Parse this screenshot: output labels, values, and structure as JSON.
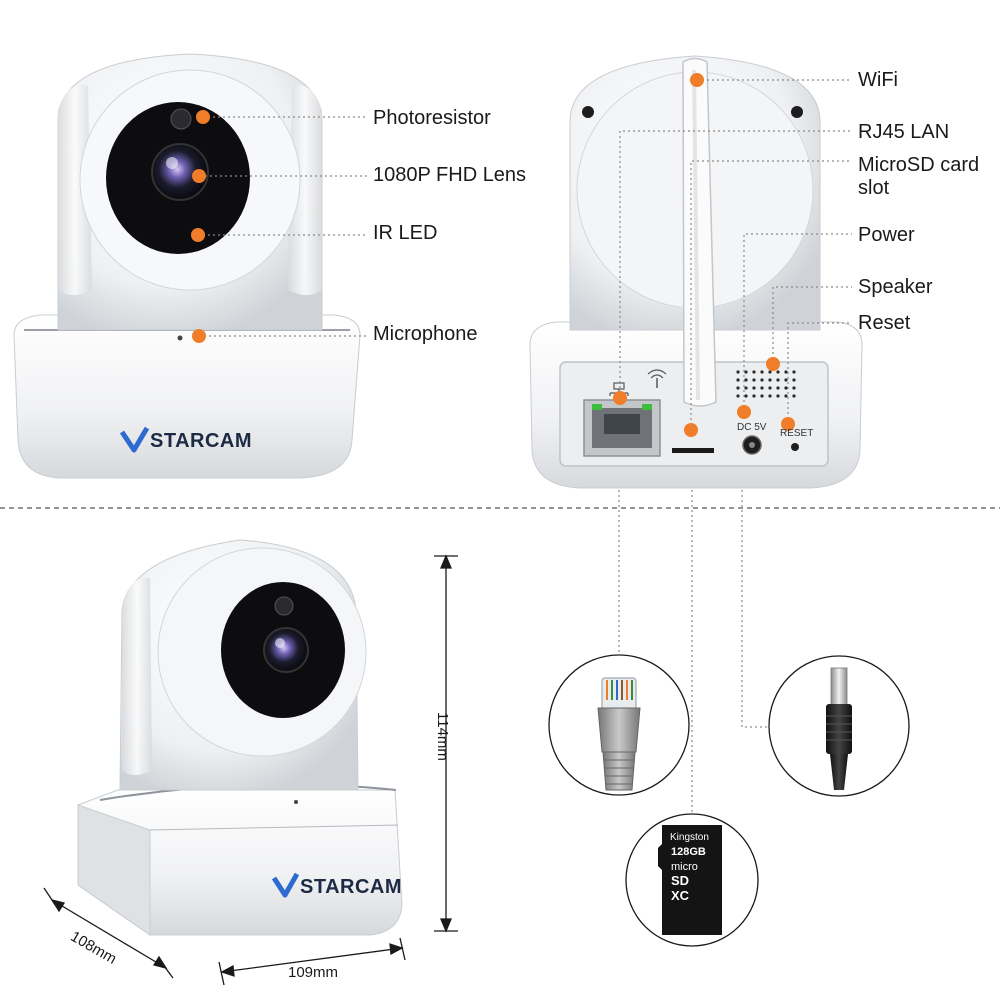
{
  "front_labels": {
    "photoresistor": "Photoresistor",
    "lens": "1080P FHD Lens",
    "ir_led": "IR LED",
    "microphone": "Microphone"
  },
  "back_labels": {
    "wifi": "WiFi",
    "rj45": "RJ45 LAN",
    "microsd_line1": "MicroSD card",
    "microsd_line2": "slot",
    "power": "Power",
    "speaker": "Speaker",
    "reset": "Reset"
  },
  "port_labels": {
    "dc": "DC 5V",
    "reset": "RESET"
  },
  "brand": "STARCAM",
  "dimensions": {
    "height": "114mm",
    "depth": "108mm",
    "width": "109mm"
  },
  "sd_card": {
    "brand": "Kingston",
    "capacity": "128GB",
    "type_line1": "micro",
    "type_line2": "SD",
    "type_line3": "XC"
  },
  "colors": {
    "accent_dot": "#f07d2a",
    "leader_line": "#8a8a8a",
    "brand_text": "#1d2a44"
  }
}
